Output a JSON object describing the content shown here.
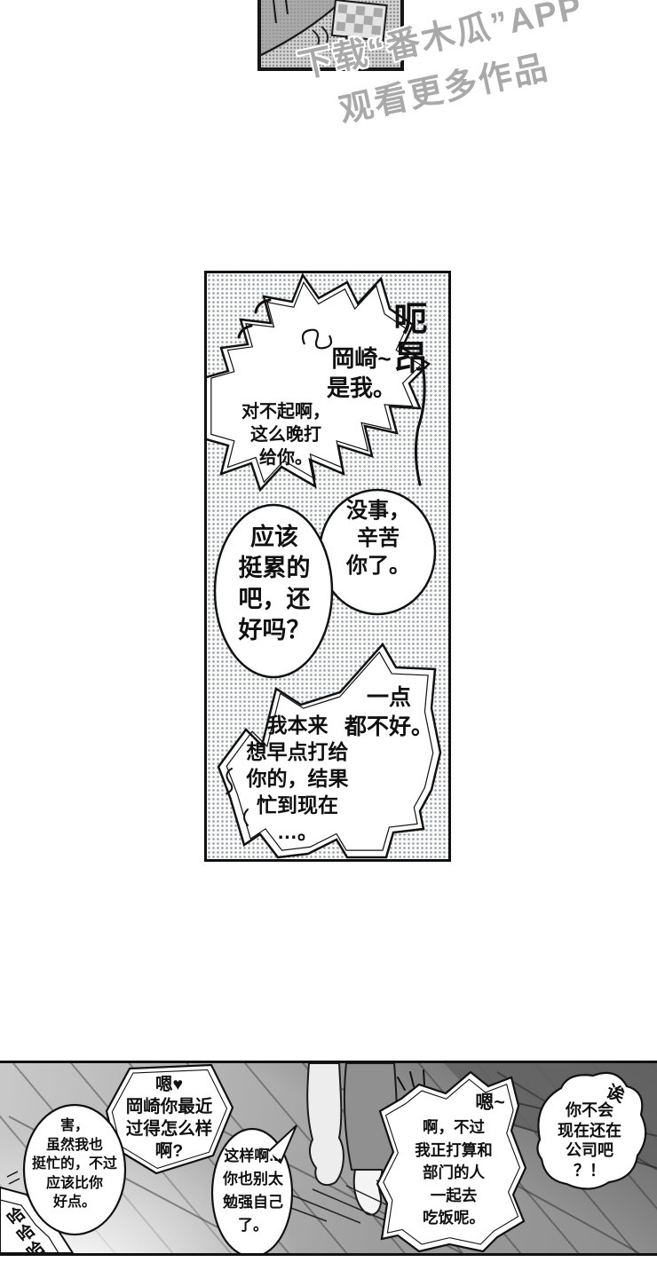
{
  "watermark": {
    "line1": "下载“番木瓜”APP",
    "line2": "观看更多作品"
  },
  "middle_panel": {
    "sfx": "呃昂",
    "caller_bubble": {
      "main": "岡崎~\n是我。",
      "sub": "对不起啊，\n这么晚打\n给你。"
    },
    "reply_bubble": {
      "left": "应该\n挺累的\n吧，还\n好吗？",
      "right": "没事，\n辛苦\n你了。"
    },
    "complaint_bubble": {
      "lead": "一点\n都不好。",
      "main": "我本来\n想早点打给\n你的，结果\n忙到现在\n…。"
    }
  },
  "bottom_panel": {
    "question_bubble": "嗯♥\n岡崎你最近\n过得怎么样\n啊?",
    "humble_bubble": "害，\n虽然我也\n挺忙的，不过\n应该比你\n好点。",
    "concern_bubble": "这样啊...\n你也别太\n勉强自己\n了。",
    "dinner_bubble_head": "嗯~",
    "dinner_bubble_body": "啊，不过\n我正打算和\n部门的人\n一起去\n吃饭呢。",
    "surprise_bubble": "你不会\n现在还在\n公司吧\n？！",
    "surprise_mark": "诶",
    "laugh": [
      "哈",
      "哈",
      "哈"
    ]
  },
  "colors": {
    "ink": "#111111",
    "paper": "#ffffff",
    "halftone_dot": "#98a0a8",
    "watermark_gray": "#a9a9a9"
  }
}
